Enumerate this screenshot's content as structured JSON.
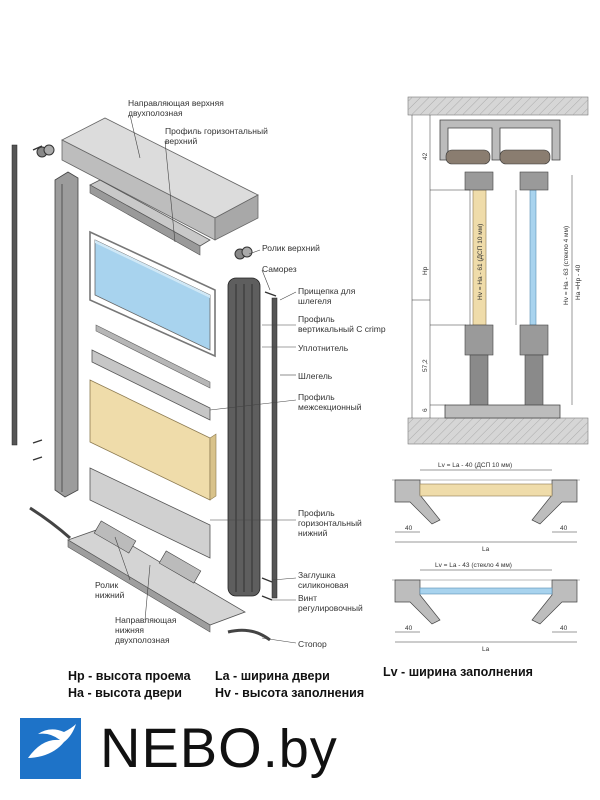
{
  "exploded_labels": {
    "top_guide": "Направляющая верхняя двухполозная",
    "top_profile": "Профиль горизонтальный верхний",
    "top_roller": "Ролик верхний",
    "screw": "Саморез",
    "brush_clip": "Прищепка для шлегеля",
    "vertical_profile": "Профиль вертикальный С crimp",
    "seal": "Уплотнитель",
    "brush": "Шлегель",
    "mid_profile": "Профиль межсекционный",
    "bottom_profile": "Профиль горизонтальный нижний",
    "plug": "Заглушка силиконовая",
    "adj_screw": "Винт регулировочный",
    "stopper": "Стопор",
    "bottom_roller": "Ролик нижний",
    "bottom_guide": "Направляющая нижняя двухполозная"
  },
  "section_dims": {
    "top_42": "42",
    "hp": "Hp",
    "hv_dsp": "Hv = Ha - 61 (ДСП 10 мм)",
    "hv_glass": "Hv = Ha - 63 (стекло 4 мм)",
    "ha": "Ha =Hp - 40",
    "bottom_57": "57,2",
    "bottom_6": "6"
  },
  "plan_dims": {
    "lv_dsp": "Lv = La - 40 (ДСП 10 мм)",
    "lv_glass": "Lv = La - 43 (стекло 4 мм)",
    "side_40": "40",
    "la": "La"
  },
  "legend": {
    "hp": "Hp - высота проема",
    "ha": "Ha - высота двери",
    "la": "La - ширина двери",
    "hv": "Hv - высота заполнения",
    "lv": "Lv - ширина заполнения"
  },
  "logo": {
    "name": "NEBO",
    "suffix": ".by"
  },
  "colors": {
    "accent": "#1e73c8",
    "dsp_fill": "#efdcaa",
    "glass_fill": "#a8d3ee",
    "profile": "#8a8a8a"
  }
}
